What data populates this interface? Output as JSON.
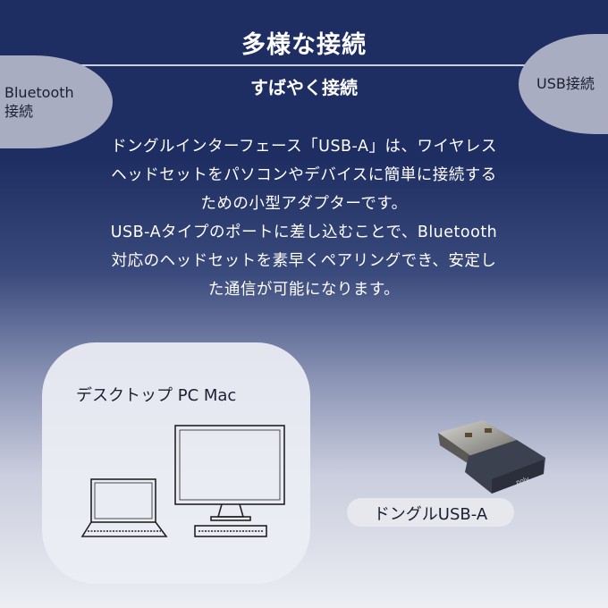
{
  "header": {
    "title": "多様な接続",
    "subtitle": "すばやく接続"
  },
  "bubbles": {
    "bluetooth": "Bluetooth\n接続",
    "usb": "USB接続"
  },
  "description": [
    "ドングルインターフェース「USB-A」は、ワイヤレス",
    "ヘッドセットをパソコンやデバイスに簡単に接続する",
    "ための小型アダプターです。",
    "USB-Aタイプのポートに差し込むことで、Bluetooth",
    "対応のヘッドセットを素早くペアリングでき、安定し",
    "た通信が可能になります。"
  ],
  "devices_card": {
    "label": "デスクトップ PC Mac"
  },
  "dongle": {
    "brand": "poly",
    "label": "ドングルUSB-A"
  }
}
